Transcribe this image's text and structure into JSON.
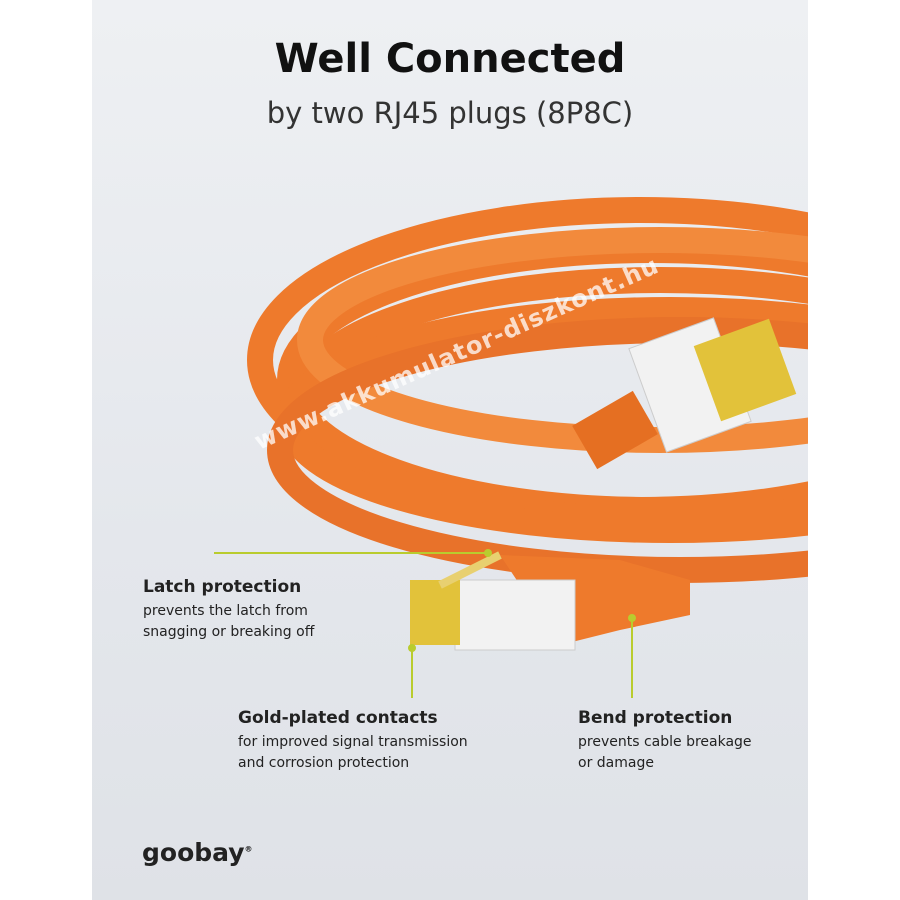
{
  "header": {
    "title": "Well Connected",
    "subtitle": "by two RJ45 plugs (8P8C)"
  },
  "callouts": [
    {
      "heading": "Latch protection",
      "lines": [
        "prevents the latch from",
        "snagging or breaking off"
      ]
    },
    {
      "heading": "Gold-plated contacts",
      "lines": [
        "for improved signal transmission",
        "and corrosion protection"
      ]
    },
    {
      "heading": "Bend protection",
      "lines": [
        "prevents cable breakage",
        "or damage"
      ]
    }
  ],
  "watermark": "www.akkumulator-diszkont.hu",
  "logo": {
    "text": "goobay",
    "registered": "®"
  },
  "colors": {
    "cable": "#f07a2a",
    "accent": "#b9cc2e",
    "gold": "#e2c23a"
  }
}
